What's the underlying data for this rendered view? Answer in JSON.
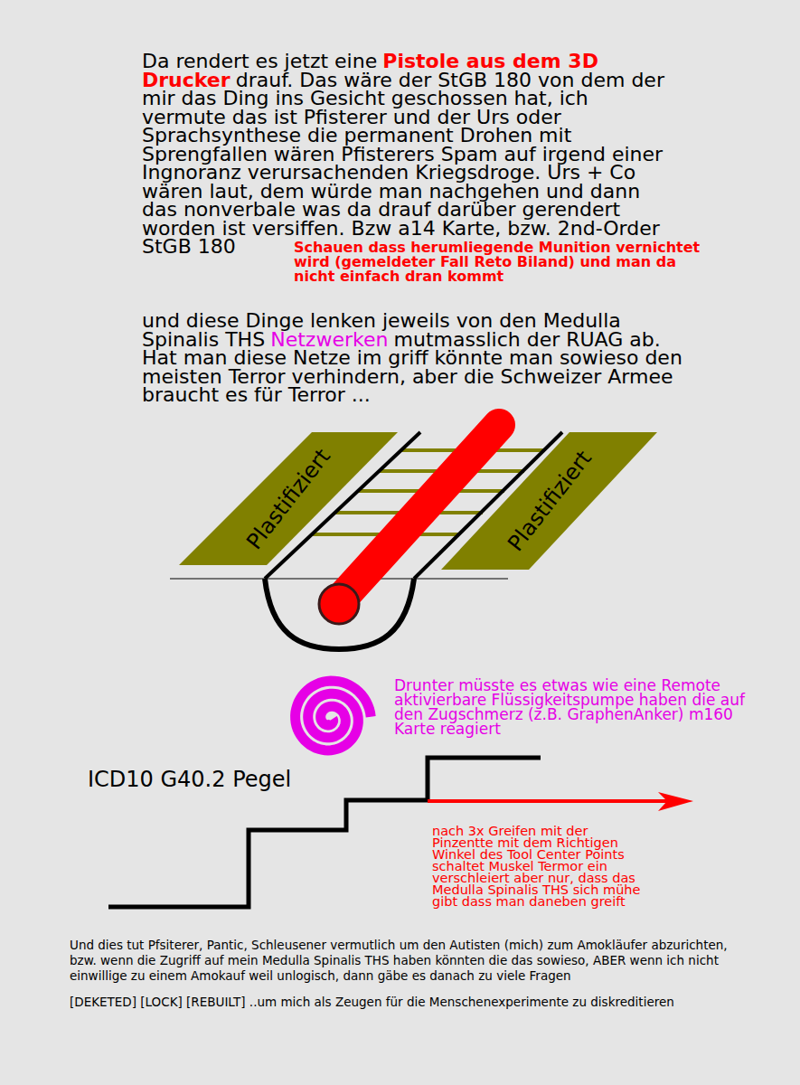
{
  "diagram": {
    "nodes": [
      {
        "text": [
          "Plastifiziert"
        ]
      },
      {
        "text": [
          "Plastifiziert"
        ]
      }
    ],
    "labels": [
      "Da rendert es jetzt eine",
      "Pistole aus dem 3D Drucker",
      "drauf. Das wäre der StGB 180 von dem der mir das Ding ins Gesicht geschossen hat, ich vermute das ist Pfisterer und der Urs oder Sprachsynthese die permanent Drohen mit Sprengfallen wären Pfisterers Spam auf irgend einer Ingnoranz verursachenden Kriegsdroge. Urs + Co wären laut, dem würde man nachgehen und dann das nonverbale was da drauf darüber gerendert worden ist versiffen. Bzw a14 Karte, bzw. 2nd-Order StGB 180",
      "Schauen dass herumliegende Munition vernichtet wird (gemeldeter Fall Reto Biland) und man da nicht einfach dran kommt",
      "und diese Dinge lenken jeweils von den Medulla Spinalis THS",
      "Netzwerken",
      "mutmasslich der RUAG ab. Hat man diese Netze im griff könnte man sowieso den meisten Terror verhindern, aber die Schweizer Armee braucht es für Terror ...",
      "Drunter müsste es etwas wie eine Remote aktivierbare Flüssigkeitspumpe haben die auf den Zugschmerz (z.B. GraphenAnker) m160 Karte reagiert",
      "ICD10 G40.2 Pegel",
      "nach 3x Greifen mit der Pinzentte mit dem Richtigen Winkel des Tool Center Points schaltet Muskel Termor ein verschleiert aber nur, dass das Medulla Spinalis THS sich mühe gibt dass man daneben greift",
      "Und dies tut Pfsiterer, Pantic, Schleusener vermutlich um den Autisten (mich) zum Amokläufer abzurichten, bzw. wenn die Zugriff auf mein Medulla Spinalis THS haben könnten die das sowieso, ABER wenn ich nicht einwillige zu einem Amokauf weil unlogisch, dann gäbe es danach zu viele Fragen",
      "[DEKETED] [LOCK] [REBUILT] ..um mich als Zeugen für die Menschenexperimente zu diskreditieren"
    ]
  }
}
